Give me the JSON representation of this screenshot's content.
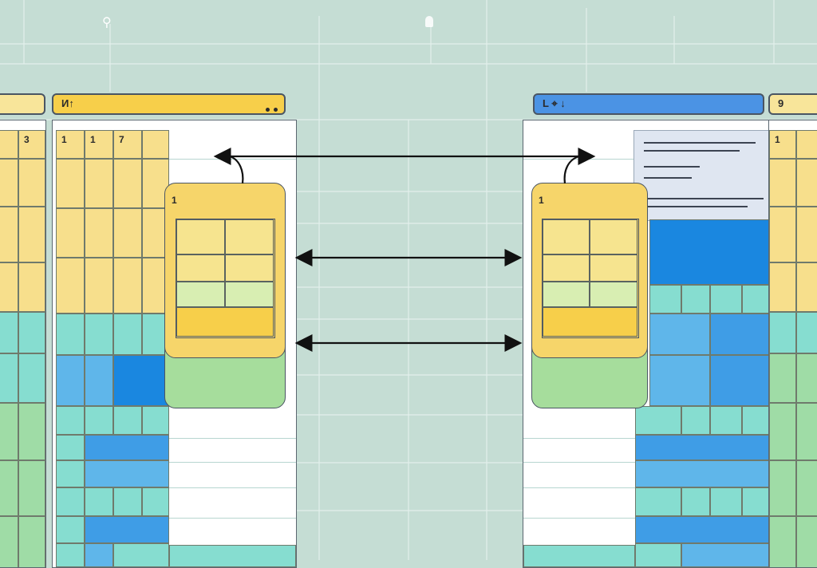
{
  "left_toolbar": {
    "icon_text": "И↑"
  },
  "right_toolbar": {
    "icon_text": "L ⌖ ↓"
  },
  "left_stub": {
    "number": "3"
  },
  "left_header": {
    "n1": "1",
    "n2": "1",
    "n3": "7"
  },
  "right_stub": {
    "number": "9"
  },
  "right_edge": {
    "number": "1"
  },
  "left_card": {
    "number": "1"
  },
  "right_card": {
    "number": "1"
  },
  "top_icons": {
    "left": "person-icon",
    "right": "lightbulb-icon"
  },
  "colors": {
    "background": "#c5ddd4",
    "yellow": "#f7df8c",
    "teal": "#86ddd0",
    "blue": "#5fb6ea",
    "deep_blue": "#1a87e0",
    "green": "#9fdca6",
    "toolbar_yellow": "#f7cf4a",
    "toolbar_blue": "#4b93e4"
  }
}
